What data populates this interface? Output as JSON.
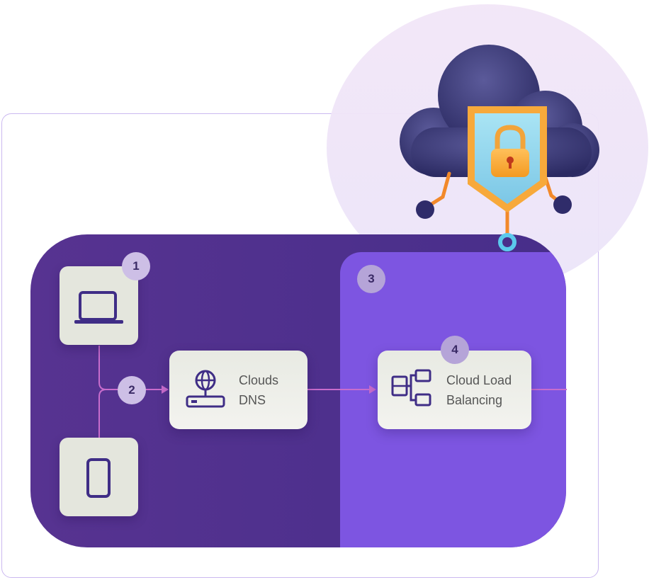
{
  "steps": {
    "device": "1",
    "dns": "2",
    "zone": "3",
    "balancer": "4"
  },
  "nodes": {
    "dns_line1": "Clouds",
    "dns_line2": "DNS",
    "lb_line1": "Cloud Load",
    "lb_line2": "Balancing"
  },
  "icons": {
    "laptop": "laptop-icon",
    "mobile": "mobile-phone-icon",
    "dns": "globe-server-icon",
    "balancer": "load-balancer-icon",
    "hero": "cloud-shield-lock-illustration"
  },
  "colors": {
    "panel": "#4f2f8d",
    "zone": "#7d55e1",
    "connector": "#c86ccc",
    "card": "#e4e6dd",
    "badge": "#cdbfe6",
    "icon": "#3f2d86"
  }
}
